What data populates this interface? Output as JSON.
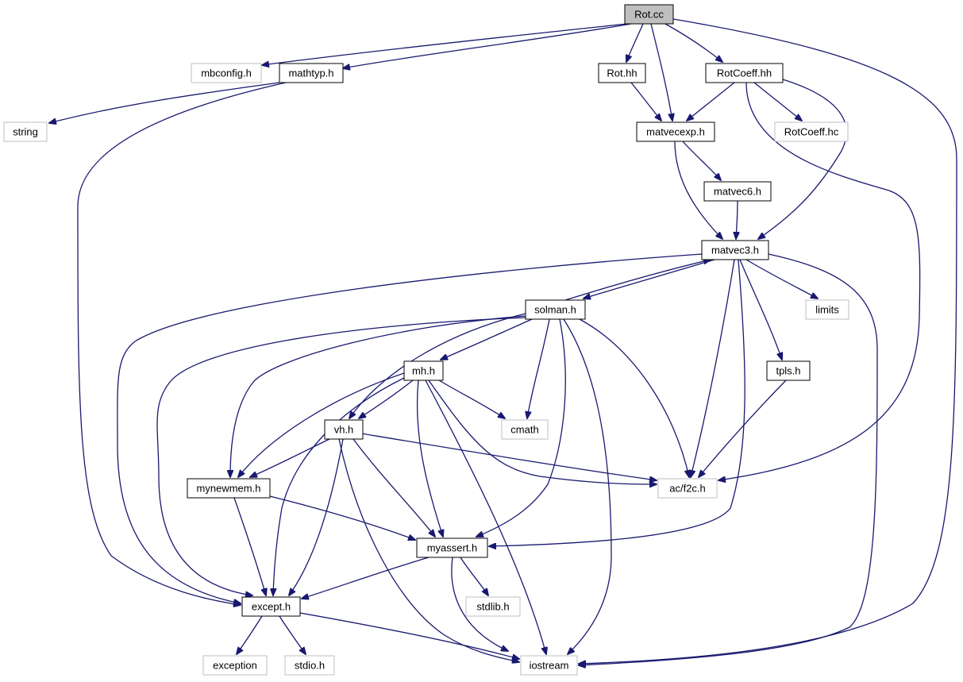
{
  "colors": {
    "edge": "#191970",
    "focus_fill": "#bfbfbf",
    "focus_stroke": "#000000",
    "documented_stroke": "#000000",
    "external_stroke": "#bfbfbf",
    "external_text": "#000000"
  },
  "nodes": [
    {
      "id": "rot_cc",
      "label": "Rot.cc",
      "kind": "focus"
    },
    {
      "id": "mbconfig_h",
      "label": "mbconfig.h",
      "kind": "external"
    },
    {
      "id": "mathtyp_h",
      "label": "mathtyp.h",
      "kind": "documented"
    },
    {
      "id": "rot_hh",
      "label": "Rot.hh",
      "kind": "documented"
    },
    {
      "id": "rotcoeff_hh",
      "label": "RotCoeff.hh",
      "kind": "documented"
    },
    {
      "id": "string",
      "label": "string",
      "kind": "external"
    },
    {
      "id": "matvecexp_h",
      "label": "matvecexp.h",
      "kind": "documented"
    },
    {
      "id": "rotcoeff_hc",
      "label": "RotCoeff.hc",
      "kind": "external"
    },
    {
      "id": "matvec6_h",
      "label": "matvec6.h",
      "kind": "documented"
    },
    {
      "id": "matvec3_h",
      "label": "matvec3.h",
      "kind": "documented"
    },
    {
      "id": "solman_h",
      "label": "solman.h",
      "kind": "documented"
    },
    {
      "id": "limits",
      "label": "limits",
      "kind": "external"
    },
    {
      "id": "mh_h",
      "label": "mh.h",
      "kind": "documented"
    },
    {
      "id": "tpls_h",
      "label": "tpls.h",
      "kind": "documented"
    },
    {
      "id": "vh_h",
      "label": "vh.h",
      "kind": "documented"
    },
    {
      "id": "cmath",
      "label": "cmath",
      "kind": "external"
    },
    {
      "id": "mynewmem_h",
      "label": "mynewmem.h",
      "kind": "documented"
    },
    {
      "id": "ac_f2c_h",
      "label": "ac/f2c.h",
      "kind": "external"
    },
    {
      "id": "myassert_h",
      "label": "myassert.h",
      "kind": "documented"
    },
    {
      "id": "except_h",
      "label": "except.h",
      "kind": "documented"
    },
    {
      "id": "stdlib_h",
      "label": "stdlib.h",
      "kind": "external"
    },
    {
      "id": "exception",
      "label": "exception",
      "kind": "external"
    },
    {
      "id": "stdio_h",
      "label": "stdio.h",
      "kind": "external"
    },
    {
      "id": "iostream",
      "label": "iostream",
      "kind": "external"
    }
  ],
  "edges": [
    {
      "from": "rot_cc",
      "to": "mbconfig_h"
    },
    {
      "from": "rot_cc",
      "to": "mathtyp_h"
    },
    {
      "from": "rot_cc",
      "to": "rot_hh"
    },
    {
      "from": "rot_cc",
      "to": "matvecexp_h"
    },
    {
      "from": "rot_cc",
      "to": "rotcoeff_hh"
    },
    {
      "from": "rot_cc",
      "to": "iostream"
    },
    {
      "from": "mathtyp_h",
      "to": "string"
    },
    {
      "from": "mathtyp_h",
      "to": "except_h"
    },
    {
      "from": "rot_hh",
      "to": "matvecexp_h"
    },
    {
      "from": "rotcoeff_hh",
      "to": "matvecexp_h"
    },
    {
      "from": "rotcoeff_hh",
      "to": "rotcoeff_hc"
    },
    {
      "from": "rotcoeff_hh",
      "to": "matvec3_h"
    },
    {
      "from": "rotcoeff_hh",
      "to": "ac_f2c_h"
    },
    {
      "from": "matvecexp_h",
      "to": "matvec6_h"
    },
    {
      "from": "matvecexp_h",
      "to": "matvec3_h"
    },
    {
      "from": "matvec6_h",
      "to": "matvec3_h"
    },
    {
      "from": "matvec3_h",
      "to": "solman_h"
    },
    {
      "from": "matvec3_h",
      "to": "limits"
    },
    {
      "from": "matvec3_h",
      "to": "tpls_h"
    },
    {
      "from": "matvec3_h",
      "to": "ac_f2c_h"
    },
    {
      "from": "matvec3_h",
      "to": "myassert_h"
    },
    {
      "from": "matvec3_h",
      "to": "except_h"
    },
    {
      "from": "matvec3_h",
      "to": "iostream"
    },
    {
      "from": "solman_h",
      "to": "matvec3_h"
    },
    {
      "from": "solman_h",
      "to": "mh_h"
    },
    {
      "from": "solman_h",
      "to": "vh_h"
    },
    {
      "from": "solman_h",
      "to": "cmath"
    },
    {
      "from": "solman_h",
      "to": "mynewmem_h"
    },
    {
      "from": "solman_h",
      "to": "ac_f2c_h"
    },
    {
      "from": "solman_h",
      "to": "myassert_h"
    },
    {
      "from": "solman_h",
      "to": "except_h"
    },
    {
      "from": "solman_h",
      "to": "iostream"
    },
    {
      "from": "mh_h",
      "to": "vh_h"
    },
    {
      "from": "mh_h",
      "to": "cmath"
    },
    {
      "from": "mh_h",
      "to": "mynewmem_h"
    },
    {
      "from": "mh_h",
      "to": "ac_f2c_h"
    },
    {
      "from": "mh_h",
      "to": "myassert_h"
    },
    {
      "from": "mh_h",
      "to": "except_h"
    },
    {
      "from": "mh_h",
      "to": "iostream"
    },
    {
      "from": "tpls_h",
      "to": "ac_f2c_h"
    },
    {
      "from": "vh_h",
      "to": "mynewmem_h"
    },
    {
      "from": "vh_h",
      "to": "ac_f2c_h"
    },
    {
      "from": "vh_h",
      "to": "myassert_h"
    },
    {
      "from": "vh_h",
      "to": "except_h"
    },
    {
      "from": "vh_h",
      "to": "iostream"
    },
    {
      "from": "mynewmem_h",
      "to": "myassert_h"
    },
    {
      "from": "mynewmem_h",
      "to": "except_h"
    },
    {
      "from": "myassert_h",
      "to": "except_h"
    },
    {
      "from": "myassert_h",
      "to": "stdlib_h"
    },
    {
      "from": "myassert_h",
      "to": "iostream"
    },
    {
      "from": "except_h",
      "to": "exception"
    },
    {
      "from": "except_h",
      "to": "stdio_h"
    },
    {
      "from": "except_h",
      "to": "iostream"
    }
  ]
}
